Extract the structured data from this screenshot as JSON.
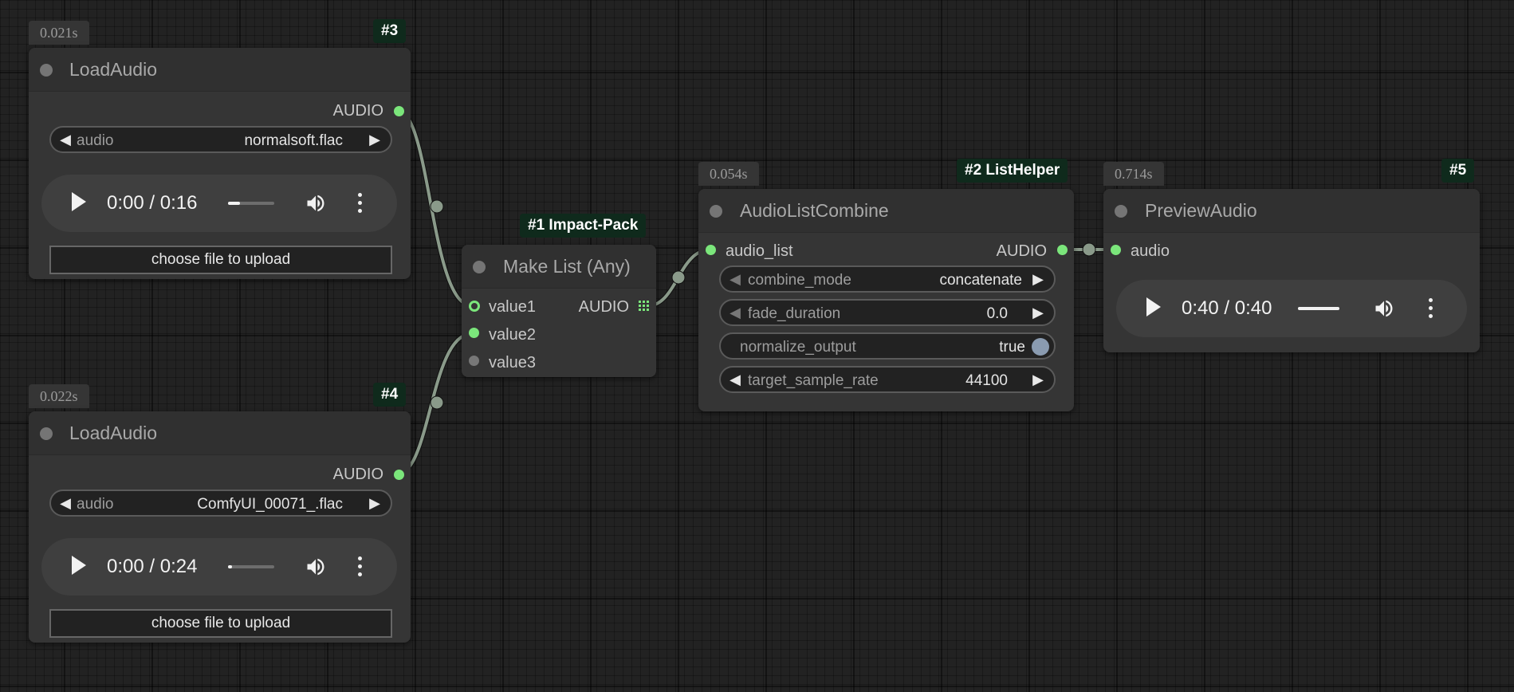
{
  "nodes": {
    "load1": {
      "timing": "0.021s",
      "badge": "#3",
      "title": "LoadAudio",
      "output": "AUDIO",
      "widget_label": "audio",
      "widget_value": "normalsoft.flac",
      "player_time": "0:00 / 0:16",
      "player_progress": 0.15,
      "upload_label": "choose file to upload"
    },
    "load2": {
      "timing": "0.022s",
      "badge": "#4",
      "title": "LoadAudio",
      "output": "AUDIO",
      "widget_label": "audio",
      "widget_value": "ComfyUI_00071_.flac",
      "player_time": "0:00 / 0:24",
      "player_progress": 0.0,
      "upload_label": "choose file to upload"
    },
    "makelist": {
      "badge": "#1 Impact-Pack",
      "title": "Make List (Any)",
      "inputs": [
        "value1",
        "value2",
        "value3"
      ],
      "output": "AUDIO"
    },
    "combine": {
      "timing": "0.054s",
      "badge": "#2 ListHelper",
      "title": "AudioListCombine",
      "input": "audio_list",
      "output": "AUDIO",
      "widgets": [
        {
          "label": "combine_mode",
          "value": "concatenate"
        },
        {
          "label": "fade_duration",
          "value": "0.0"
        },
        {
          "label": "normalize_output",
          "value": "true"
        },
        {
          "label": "target_sample_rate",
          "value": "44100"
        }
      ]
    },
    "preview": {
      "timing": "0.714s",
      "badge": "#5",
      "title": "PreviewAudio",
      "input": "audio",
      "player_time": "0:40 / 0:40",
      "player_progress": 1.0
    }
  },
  "colors": {
    "slot_audio": "#7be67b",
    "link": "#8a9a8a",
    "badge_bg": "#0f2a1c",
    "node_bg": "#353535",
    "canvas_bg": "#222222"
  },
  "icons": [
    "play-icon",
    "volume-icon",
    "more-options-icon",
    "arrow-left-icon",
    "arrow-right-icon",
    "list-output-icon"
  ]
}
